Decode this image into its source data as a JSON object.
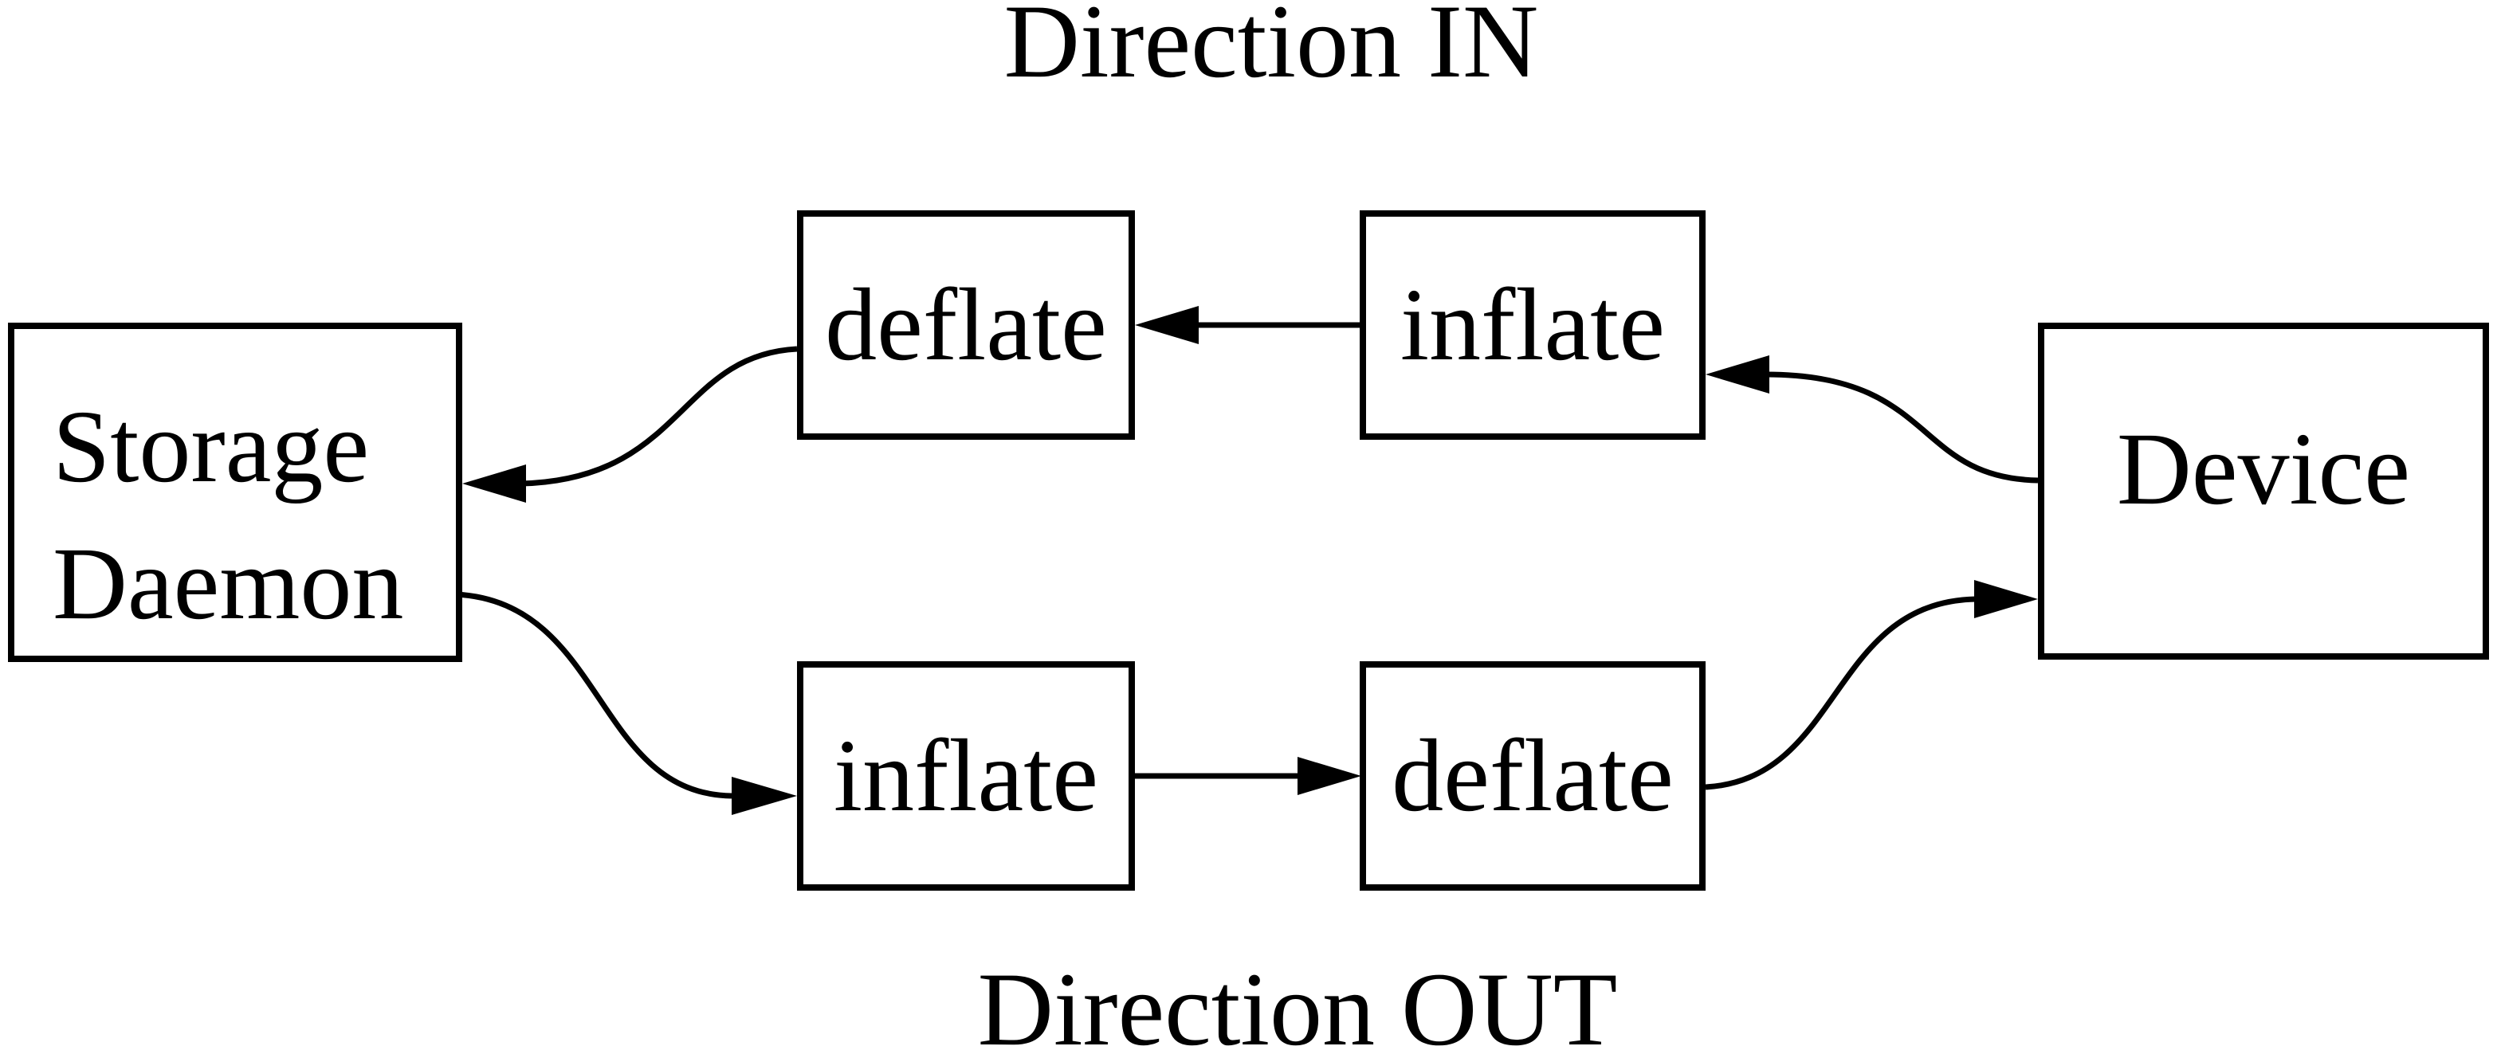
{
  "diagram": {
    "background_color": "#ffffff",
    "stroke_color": "#000000",
    "titles": {
      "top": "Direction IN",
      "bottom": "Direction OUT"
    },
    "nodes": {
      "storage_daemon": {
        "label_line1": "Storage",
        "label_line2": "Daemon"
      },
      "deflate_in": {
        "label": "deflate"
      },
      "inflate_in": {
        "label": "inflate"
      },
      "inflate_out": {
        "label": "inflate"
      },
      "deflate_out": {
        "label": "deflate"
      },
      "device": {
        "label": "Device"
      }
    },
    "edges": [
      {
        "from": "Device",
        "to": "inflate",
        "flow": "Direction IN"
      },
      {
        "from": "inflate",
        "to": "deflate",
        "flow": "Direction IN"
      },
      {
        "from": "deflate",
        "to": "Storage Daemon",
        "flow": "Direction IN"
      },
      {
        "from": "Storage Daemon",
        "to": "inflate",
        "flow": "Direction OUT"
      },
      {
        "from": "inflate",
        "to": "deflate",
        "flow": "Direction OUT"
      },
      {
        "from": "deflate",
        "to": "Device",
        "flow": "Direction OUT"
      }
    ]
  }
}
